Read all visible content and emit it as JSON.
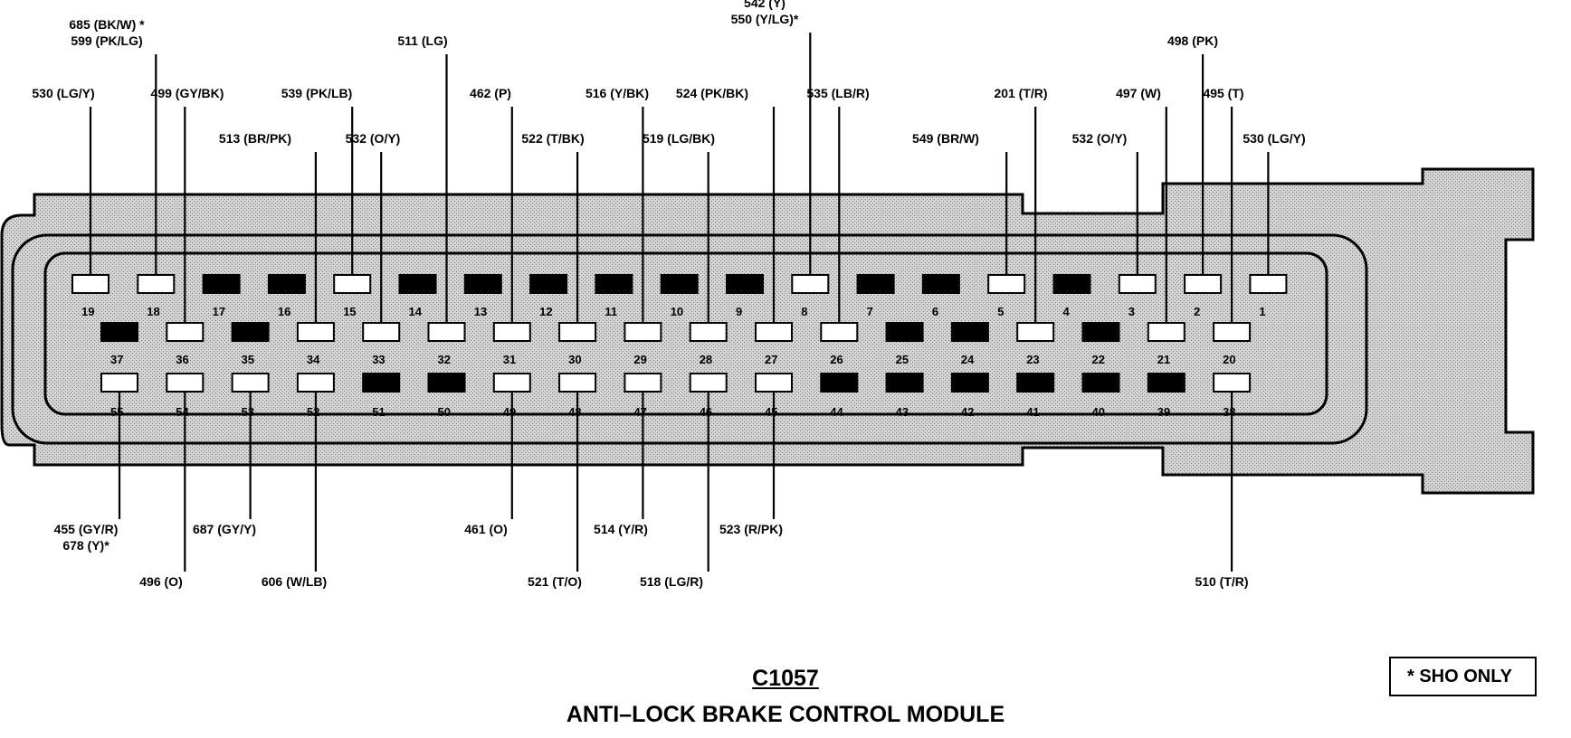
{
  "connector": {
    "id": "C1057",
    "name": "ANTI–LOCK BRAKE CONTROL MODULE",
    "note": "*  SHO ONLY"
  },
  "pins": {
    "row1": [
      {
        "n": "19",
        "filled": false,
        "wire": [
          "530  (LG/Y)"
        ]
      },
      {
        "n": "18",
        "filled": false,
        "wire": [
          "685  (BK/W)  *",
          "599  (PK/LG)"
        ]
      },
      {
        "n": "17",
        "filled": true
      },
      {
        "n": "16",
        "filled": true
      },
      {
        "n": "15",
        "filled": false,
        "wire": [
          "539  (PK/LB)"
        ]
      },
      {
        "n": "14",
        "filled": true
      },
      {
        "n": "13",
        "filled": true
      },
      {
        "n": "12",
        "filled": true
      },
      {
        "n": "11",
        "filled": true
      },
      {
        "n": "10",
        "filled": true
      },
      {
        "n": "9",
        "filled": true
      },
      {
        "n": "8",
        "filled": false,
        "wire": [
          "542  (Y)",
          "550  (Y/LG)*"
        ]
      },
      {
        "n": "7",
        "filled": true
      },
      {
        "n": "6",
        "filled": true
      },
      {
        "n": "5",
        "filled": false,
        "wire": [
          "549  (BR/W)"
        ]
      },
      {
        "n": "4",
        "filled": true
      },
      {
        "n": "3",
        "filled": false,
        "wire": [
          "532  (O/Y)"
        ]
      },
      {
        "n": "2",
        "filled": false,
        "wire": [
          "498  (PK)"
        ]
      },
      {
        "n": "1",
        "filled": false,
        "wire": [
          "530  (LG/Y)"
        ]
      }
    ],
    "row2": [
      {
        "n": "37",
        "filled": true
      },
      {
        "n": "36",
        "filled": false,
        "wire": [
          "499  (GY/BK)"
        ]
      },
      {
        "n": "35",
        "filled": true
      },
      {
        "n": "34",
        "filled": false,
        "wire": [
          "513  (BR/PK)"
        ]
      },
      {
        "n": "33",
        "filled": false,
        "wire": [
          "532  (O/Y)"
        ]
      },
      {
        "n": "32",
        "filled": false,
        "wire": [
          "511  (LG)"
        ]
      },
      {
        "n": "31",
        "filled": false,
        "wire": [
          "462  (P)"
        ]
      },
      {
        "n": "30",
        "filled": false,
        "wire": [
          "522  (T/BK)"
        ]
      },
      {
        "n": "29",
        "filled": false,
        "wire": [
          "516  (Y/BK)"
        ]
      },
      {
        "n": "28",
        "filled": false,
        "wire": [
          "519  (LG/BK)"
        ]
      },
      {
        "n": "27",
        "filled": false,
        "wire": [
          "524  (PK/BK)"
        ]
      },
      {
        "n": "26",
        "filled": false,
        "wire": [
          "535  (LB/R)"
        ]
      },
      {
        "n": "25",
        "filled": true
      },
      {
        "n": "24",
        "filled": true
      },
      {
        "n": "23",
        "filled": false,
        "wire": [
          "201  (T/R)"
        ]
      },
      {
        "n": "22",
        "filled": true
      },
      {
        "n": "21",
        "filled": false,
        "wire": [
          "497  (W)"
        ]
      },
      {
        "n": "20",
        "filled": false,
        "wire": [
          "495  (T)"
        ]
      }
    ],
    "row3": [
      {
        "n": "55",
        "filled": false,
        "wire": [
          "455  (GY/R)",
          "678  (Y)*"
        ]
      },
      {
        "n": "54",
        "filled": false,
        "wire": [
          "496  (O)"
        ]
      },
      {
        "n": "53",
        "filled": false,
        "wire": [
          "687  (GY/Y)"
        ]
      },
      {
        "n": "52",
        "filled": false,
        "wire": [
          "606  (W/LB)"
        ]
      },
      {
        "n": "51",
        "filled": true
      },
      {
        "n": "50",
        "filled": true
      },
      {
        "n": "49",
        "filled": false,
        "wire": [
          "461  (O)"
        ]
      },
      {
        "n": "48",
        "filled": false,
        "wire": [
          "521  (T/O)"
        ]
      },
      {
        "n": "47",
        "filled": false,
        "wire": [
          "514  (Y/R)"
        ]
      },
      {
        "n": "46",
        "filled": false,
        "wire": [
          "518  (LG/R)"
        ]
      },
      {
        "n": "45",
        "filled": false,
        "wire": [
          "523  (R/PK)"
        ]
      },
      {
        "n": "44",
        "filled": true
      },
      {
        "n": "43",
        "filled": true
      },
      {
        "n": "42",
        "filled": true
      },
      {
        "n": "41",
        "filled": true
      },
      {
        "n": "40",
        "filled": true
      },
      {
        "n": "39",
        "filled": true
      },
      {
        "n": "38",
        "filled": false,
        "wire": [
          "510  (T/R)"
        ]
      }
    ]
  },
  "colors": {
    "housing": "#c9c9c9",
    "ink": "#000000"
  }
}
